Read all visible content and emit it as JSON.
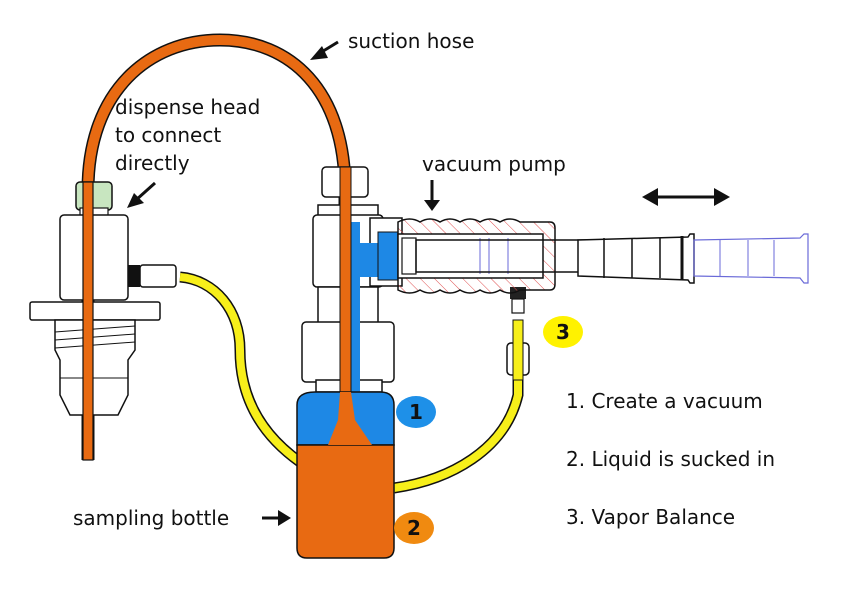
{
  "diagram": {
    "labels": {
      "suction_hose": "suction hose",
      "dispense_head": [
        "dispense head",
        "to connect",
        "directly"
      ],
      "vacuum_pump": "vacuum pump",
      "sampling_bottle": "sampling bottle"
    },
    "badges": [
      {
        "number": "1",
        "color": "#1e90e8"
      },
      {
        "number": "2",
        "color": "#f08a10"
      },
      {
        "number": "3",
        "color": "#fff200"
      }
    ],
    "steps": [
      "1. Create a vacuum",
      "2. Liquid is sucked in",
      "3. Vapor Balance"
    ],
    "colors": {
      "liquid": "#e86a12",
      "vacuum": "#1e88e5",
      "vapor_hose": "#f7ef1a",
      "plunger_ghost": "#6a6ad8",
      "pump_hatch": "#e05050",
      "nut_green": "#c8e6c0"
    }
  }
}
